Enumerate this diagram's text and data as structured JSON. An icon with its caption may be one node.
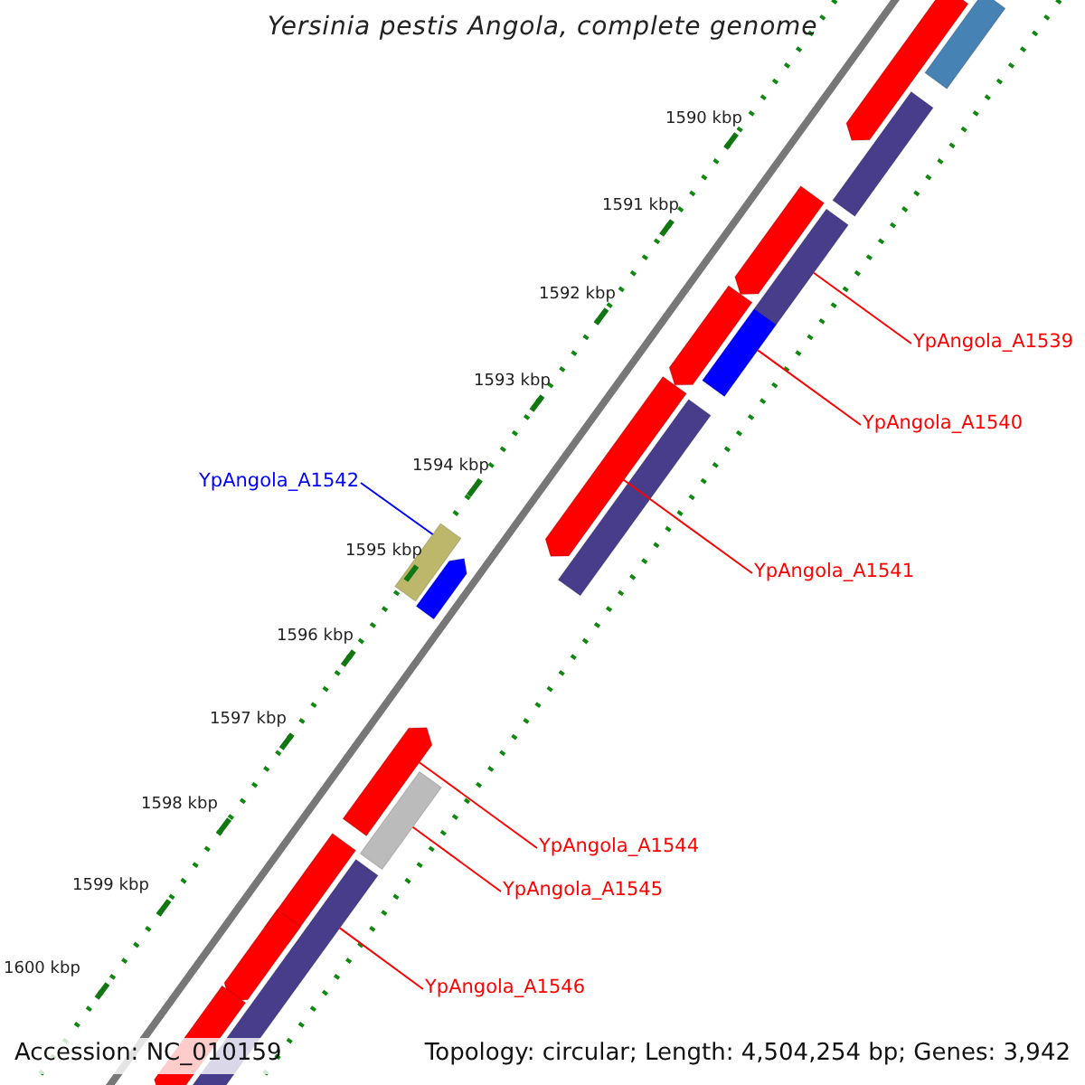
{
  "diagram": {
    "title": "Yersinia pestis Angola, complete genome",
    "nodes": [
      {
        "text": [],
        "shape": "pentagon"
      },
      {
        "text": [],
        "shape": "bar"
      },
      {
        "text": [],
        "shape": "bar"
      },
      {
        "text": [],
        "shape": "pentagon"
      },
      {
        "text": [],
        "shape": "bar"
      },
      {
        "text": [
          "YpAngola_A1539"
        ]
      },
      {
        "text": [],
        "shape": "pentagon"
      },
      {
        "text": [],
        "shape": "bar"
      },
      {
        "text": [
          "YpAngola_A1540"
        ]
      },
      {
        "text": [],
        "shape": "pentagon"
      },
      {
        "text": [],
        "shape": "bar"
      },
      {
        "text": [
          "YpAngola_A1541"
        ]
      },
      {
        "text": [
          "YpAngola_A1542"
        ]
      },
      {
        "text": [],
        "shape": "bar"
      },
      {
        "text": [],
        "shape": "pentagon"
      },
      {
        "text": [],
        "shape": "pentagon"
      },
      {
        "text": [
          "YpAngola_A1544"
        ]
      },
      {
        "text": [],
        "shape": "bar"
      },
      {
        "text": [
          "YpAngola_A1545"
        ]
      },
      {
        "text": [],
        "shape": "pentagon"
      },
      {
        "text": [],
        "shape": "bar"
      },
      {
        "text": [
          "YpAngola_A1546"
        ]
      },
      {
        "text": [],
        "shape": "pentagon"
      },
      {
        "text": [],
        "shape": "pentagon"
      }
    ],
    "edges": [
      {
        "from": 5,
        "to": 4,
        "arrow": "none"
      },
      {
        "from": 8,
        "to": 7,
        "arrow": "none"
      },
      {
        "from": 11,
        "to": 9,
        "arrow": "none"
      },
      {
        "from": 12,
        "to": 13,
        "arrow": "none",
        "color": "#0000ff"
      },
      {
        "from": 16,
        "to": 15,
        "arrow": "none"
      },
      {
        "from": 18,
        "to": 17,
        "arrow": "none"
      },
      {
        "from": 21,
        "to": 20,
        "arrow": "none"
      }
    ],
    "labels": [
      "1590 kbp",
      "1591 kbp",
      "1592 kbp",
      "1593 kbp",
      "1594 kbp",
      "1595 kbp",
      "1596 kbp",
      "1597 kbp",
      "1598 kbp",
      "1599 kbp",
      "1600 kbp",
      "Accession: NC_010159",
      "Topology: circular; Length: 4,504,254 bp; Genes: 3,942"
    ]
  }
}
